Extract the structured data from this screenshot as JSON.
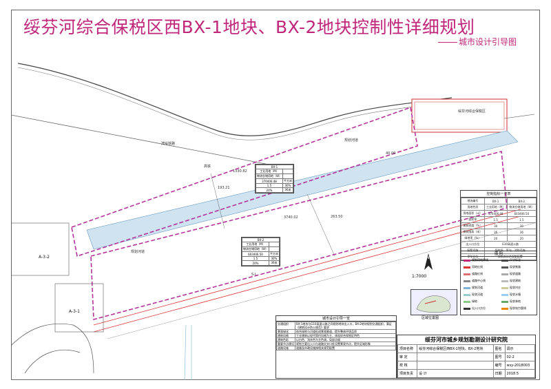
{
  "title": "绥芬河综合保税区西BX-1地块、BX-2地块控制性详细规划",
  "subtitle": "城市设计引导图",
  "map": {
    "railway_label": "滨绥铁路",
    "highway_label": "高铁",
    "zone_label": "绥芬河综合保税区",
    "road_label_1": "规划河道",
    "road_label_2": "规划河道",
    "road_label_3": "S-L",
    "dim_1": "1330.82",
    "dim_2": "40.00",
    "dim_3": "193.21",
    "dim_4": "3740.02",
    "dim_5": "263.50",
    "a32": "A-3-2",
    "a31": "A-3-1"
  },
  "bx1": {
    "title": "BX-1",
    "rows": [
      [
        "工业用地（M）",
        ""
      ],
      [
        "物流仓储用地（W）",
        ""
      ],
      [
        "370406.48",
        "平方米"
      ],
      [
        "1.5",
        "30%"
      ],
      [
        "20%",
        "36米"
      ]
    ]
  },
  "bx2": {
    "title": "BX-2",
    "rows": [
      [
        "工业用地（M）",
        ""
      ],
      [
        "物流仓储用地（W）",
        ""
      ],
      [
        "603406.50",
        "平方米"
      ],
      [
        "1.5",
        "30%"
      ],
      [
        "20%",
        "36米"
      ]
    ]
  },
  "control": {
    "title": "控制指标一览表",
    "header": [
      "地块编号",
      "BX-1",
      "BX-2"
    ],
    "rows": [
      [
        "用地性质",
        "工业用地（M）",
        "物流仓储用地（W）"
      ],
      [
        "用地面积（㎡）",
        "370406.48",
        "603406.50"
      ],
      [
        "容积率",
        "1.5",
        "1.5"
      ],
      [
        "建筑密度（%）",
        "30",
        "30"
      ],
      [
        "建筑限高（米）",
        "36",
        "36"
      ],
      [
        "绿地率（%）",
        "20",
        "20"
      ],
      [
        "出入口方位",
        "G10高速公路",
        "G10高速公路"
      ],
      [
        "配套设施",
        "配电所、泵站、消防设施",
        "配电所、泵站、消防设施"
      ],
      [
        "停车泊位",
        "按相关技术规定配置",
        "按相关技术规定配置"
      ]
    ]
  },
  "legend": {
    "title": "图 例",
    "items": [
      {
        "label": "规划用地界线",
        "color": "#c0267a"
      },
      {
        "label": "用地红线",
        "color": "#d33"
      },
      {
        "label": "道路红线",
        "color": "#e07070"
      },
      {
        "label": "道路中心线",
        "color": "#888"
      },
      {
        "label": "规划河道",
        "color": "#7fb2d8"
      },
      {
        "label": "现状河道",
        "color": "#9cc"
      },
      {
        "label": "绿地",
        "color": "#8c8"
      },
      {
        "label": "出入口方位",
        "color": "#333"
      },
      {
        "label": "尺寸标注",
        "color": "#444"
      },
      {
        "label": "现状铁路",
        "color": "#555"
      },
      {
        "label": "现状道路",
        "color": "#aaa"
      },
      {
        "label": "现状建筑",
        "color": "#bbb"
      },
      {
        "label": "现状村庄",
        "color": "#cc9"
      },
      {
        "label": "现状水塘",
        "color": "#9ce"
      },
      {
        "label": "现状林地",
        "color": "#6a6"
      },
      {
        "label": "现状电力管线",
        "color": "#e80"
      }
    ]
  },
  "guide": {
    "title": "城市设计引导一览",
    "rows": [
      [
        "交通组织",
        "BX-1地块与G10高速公路之间规划地块出入口，BX-2地块规划交通组织，满足《建筑设计防火规范》要求"
      ],
      [
        "景观绿化",
        "结合绿地与河道形成景观廊道，提升整体环境品质"
      ],
      [
        "建筑风格",
        "工业建筑以现代简约风格为主，体现综合保税区特色"
      ],
      [
        "建筑色彩",
        "以白色、浅灰色为主色调，局部点缀"
      ],
      [
        "重要节点建设",
        "规划主要出入口与道路交叉口处设置景观节点，提升区域形象"
      ],
      [
        "道路设施",
        "道路及市政设施按相关规范配置"
      ]
    ]
  },
  "scale": "1:7000",
  "region_label": "区域位置图",
  "titleblock": {
    "org": "绥芬河市城乡规划勘测设计研究院",
    "rows": [
      [
        "项目名称",
        "绥芬河综合保税区西BX-1地块、BX-2地块",
        "图名",
        "调示"
      ],
      [
        "审 定",
        "",
        "图号",
        "02-2"
      ],
      [
        "校 核",
        "",
        "编号",
        "wsy-2018003"
      ],
      [
        "项目负责",
        "设 计",
        "日期",
        "2018.5"
      ]
    ]
  }
}
